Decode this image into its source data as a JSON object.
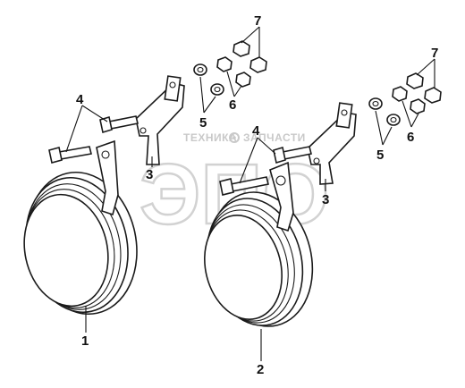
{
  "watermark": {
    "brand_left": "ТЕХНИКА",
    "brand_right": "ЗАПЧАСТИ",
    "logo": "ЭПО"
  },
  "callouts": {
    "c1": "1",
    "c2": "2",
    "c3a": "3",
    "c3b": "3",
    "c4a": "4",
    "c4b": "4",
    "c5a": "5",
    "c5b": "5",
    "c6a": "6",
    "c6b": "6",
    "c7a": "7",
    "c7b": "7"
  },
  "colors": {
    "line": "#1a1a1a",
    "watermark": "#c9c9c9",
    "background": "#ffffff"
  }
}
